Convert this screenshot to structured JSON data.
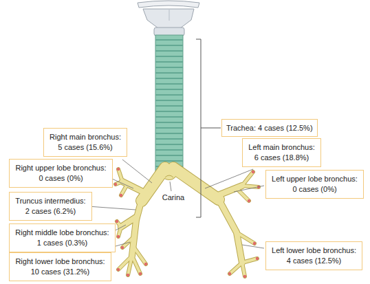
{
  "diagram": {
    "nodes": [
      {
        "text": [
          "Trachea: 4 cases (12.5%)"
        ]
      },
      {
        "text": [
          "Right main bronchus: 5 cases (15.6%)"
        ]
      },
      {
        "text": [
          "Left main bronchus: 6 cases (18.8%)"
        ]
      },
      {
        "text": [
          "Right upper lobe bronchus: 0 cases (0%)"
        ]
      },
      {
        "text": [
          "Left upper lobe bronchus: 0 cases (0%)"
        ]
      },
      {
        "text": [
          "Truncus intermedius: 2 cases (6.2%)"
        ]
      },
      {
        "text": [
          "Right middle lobe bronchus: 1 cases (0.3%)"
        ]
      },
      {
        "text": [
          "Left lower lobe bronchus: 4 cases (12.5%)"
        ]
      },
      {
        "text": [
          "Right lower lobe bronchus: 10 cases (31.2%)"
        ]
      }
    ],
    "labels": [
      "Carina"
    ]
  }
}
